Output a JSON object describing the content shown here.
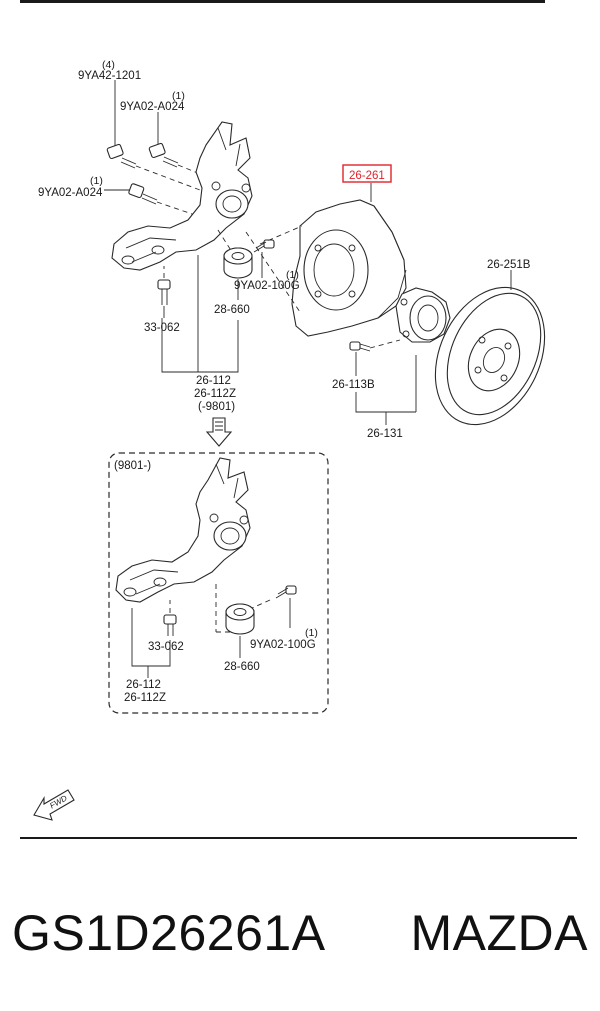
{
  "labels": {
    "bolt_9ya42": "9YA42-1201",
    "bolt_9ya42_qty": "(4)",
    "bolt_a024_top": "9YA02-A024",
    "bolt_a024_top_qty": "(1)",
    "bolt_a024_left": "9YA02-A024",
    "bolt_a024_left_qty": "(1)",
    "shield": "26-261",
    "rotor": "26-251B",
    "bolt_100g": "9YA02-100G",
    "bolt_100g_qty": "(1)",
    "bush": "28-660",
    "stud": "33-062",
    "knuckle_a": "26-112",
    "knuckle_b": "26-112Z",
    "knuckle_range": "(-9801)",
    "hub_bolt": "26-113B",
    "hub": "26-131",
    "box_range": "(9801-)",
    "box_stud": "33-062",
    "box_bolt_100g": "9YA02-100G",
    "box_bolt_100g_qty": "(1)",
    "box_bush": "28-660",
    "box_knuckle_a": "26-112",
    "box_knuckle_b": "26-112Z",
    "fwd": "FWD"
  },
  "caption": {
    "part_number": "GS1D26261A",
    "brand": "MAZDA"
  },
  "colors": {
    "highlight": "#e0222b",
    "ink": "#1a1a1a"
  }
}
